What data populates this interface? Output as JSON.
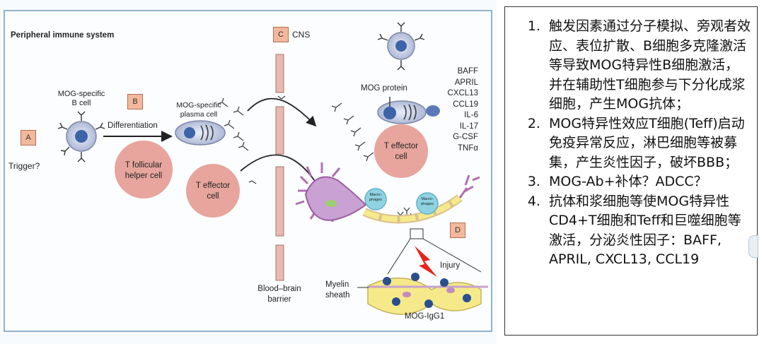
{
  "figure": {
    "title": "Peripheral immune system",
    "cns_label": "CNS",
    "panels": {
      "a": "A",
      "b": "B",
      "c": "C",
      "d": "D"
    },
    "trigger": "Trigger?",
    "b_cell": "MOG-specific\nB cell",
    "differentiation": "Differentiation",
    "plasma_cell": "MOG-specific\nplasma cell",
    "tfh_cell": "T follicular\nhelper cell",
    "t_effector_left": "T effector\ncell",
    "t_effector_right": "T effector\ncell",
    "mog_protein": "MOG protein",
    "cytokines": [
      "BAFF",
      "APRIL",
      "CXCL13",
      "CCL19",
      "IL-6",
      "IL-17",
      "G-CSF",
      "TNFα"
    ],
    "macrophage": "Macro-\nphages",
    "bbb": "Blood–brain\nbarrier",
    "myelin": "Myelin\nsheath",
    "injury": "Injury",
    "mog_igg1": "MOG-IgG1"
  },
  "notes": [
    "触发因素通过分子模拟、旁观者效应、表位扩散、B细胞多克隆激活等导致MOG特异性B细胞激活，并在辅助性T细胞参与下分化成浆细胞，产生MOG抗体；",
    "MOG特异性效应T细胞(Teff)启动免疫异常反应，淋巴细胞等被募集，产生炎性因子，破坏BBB；",
    "MOG-Ab+补体？ADCC？",
    "抗体和浆细胞等使MOG特异性CD4+T细胞和Teff和巨噬细胞等激活，分泌炎性因子：BAFF, APRIL, CXCL13, CCL19"
  ]
}
